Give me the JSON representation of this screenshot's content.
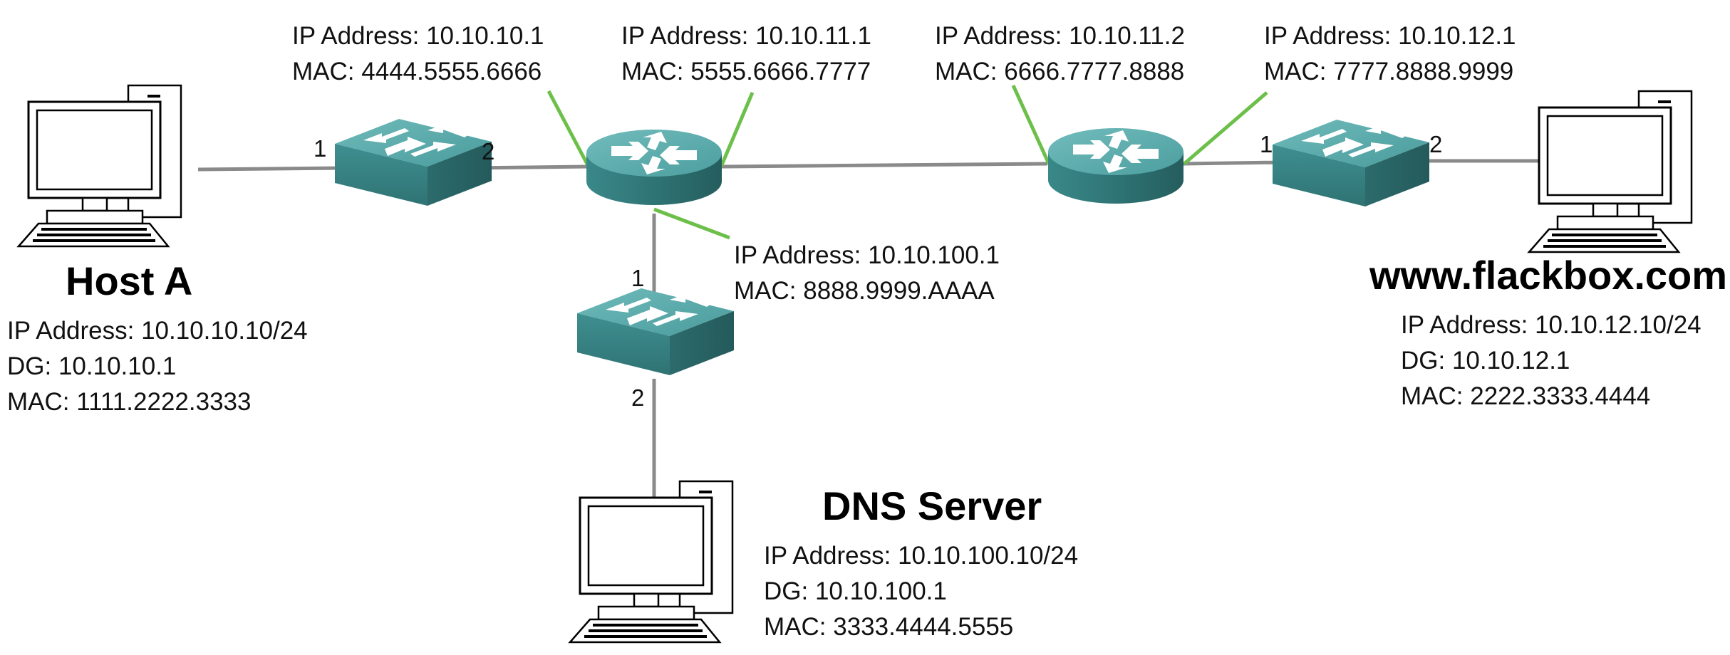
{
  "routers": [
    {
      "interface_left": {
        "ip": "IP Address: 10.10.10.1",
        "mac": "MAC: 4444.5555.6666"
      },
      "interface_right": {
        "ip": "IP Address: 10.10.11.1",
        "mac": "MAC: 5555.6666.7777"
      },
      "interface_down": {
        "ip": "IP Address: 10.10.100.1",
        "mac": "MAC: 8888.9999.AAAA"
      }
    },
    {
      "interface_left": {
        "ip": "IP Address: 10.10.11.2",
        "mac": "MAC: 6666.7777.8888"
      },
      "interface_right": {
        "ip": "IP Address: 10.10.12.1",
        "mac": "MAC: 7777.8888.9999"
      }
    }
  ],
  "hosts": {
    "host_a": {
      "name": "Host A",
      "ip": "IP Address: 10.10.10.10/24",
      "dg": "DG: 10.10.10.1",
      "mac": "MAC: 1111.2222.3333"
    },
    "web_server": {
      "name": "www.flackbox.com",
      "ip": "IP Address: 10.10.12.10/24",
      "dg": "DG: 10.10.12.1",
      "mac": "MAC: 2222.3333.4444"
    },
    "dns_server": {
      "name": "DNS Server",
      "ip": "IP Address: 10.10.100.10/24",
      "dg": "DG: 10.10.100.1",
      "mac": "MAC: 3333.4444.5555"
    }
  },
  "switch_ports": {
    "switch_left": {
      "p1": "1",
      "p2": "2"
    },
    "switch_bottom": {
      "p1": "1",
      "p2": "2"
    },
    "switch_right": {
      "p1": "1",
      "p2": "2"
    }
  },
  "colors": {
    "device_teal": "#3f8f90",
    "device_teal_light": "#5fb0b0",
    "device_teal_dark": "#2c6b6c",
    "link_gray": "#8a8a8a",
    "callout_green": "#6cc04a"
  }
}
